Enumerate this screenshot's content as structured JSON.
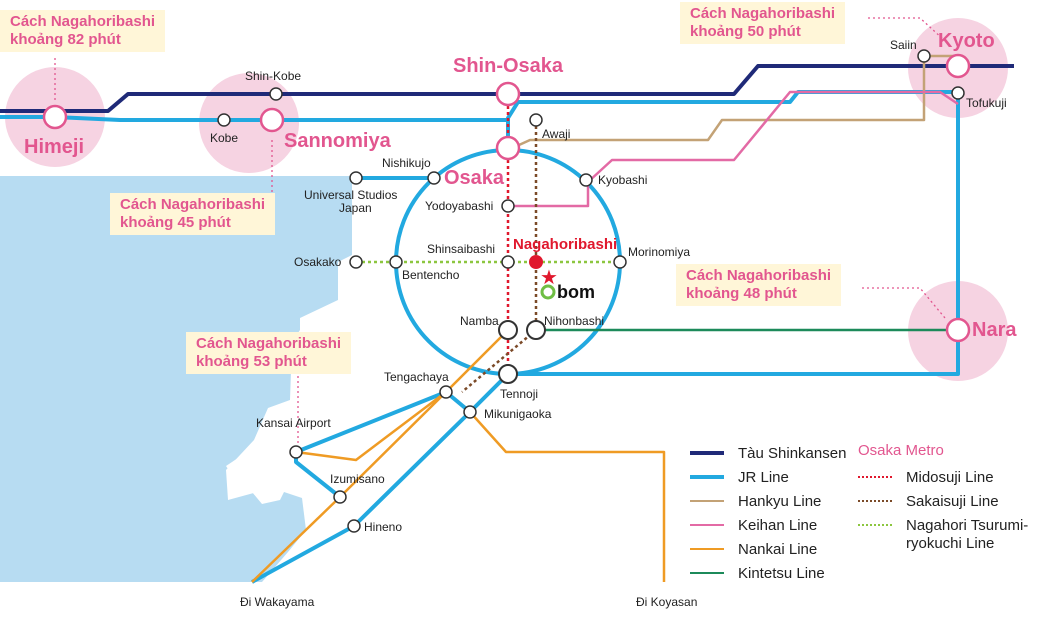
{
  "colors": {
    "sea": "#b7dcf2",
    "circle_fill": "#f6d3e2",
    "shinkansen": "#1f2a78",
    "jr": "#22a9e0",
    "hankyu": "#c3a276",
    "keihan": "#e36aa5",
    "nankai": "#ef9b24",
    "kintetsu": "#1c8a5a",
    "midosuji": "#e0182d",
    "sakaisuji": "#7b4a28",
    "nagahori": "#8cc63f",
    "major_label": "#e2568f",
    "callout_bg": "#fff6d8",
    "star": "#e0182d",
    "bom_green": "#6fbe44"
  },
  "major_stations": {
    "himeji": "Himeji",
    "sannomiya": "Sannomiya",
    "shin_osaka": "Shin-Osaka",
    "osaka": "Osaka",
    "kyoto": "Kyoto",
    "nara": "Nara"
  },
  "stations": {
    "shin_kobe": "Shin-Kobe",
    "kobe": "Kobe",
    "nishikujo": "Nishikujo",
    "usj": "Universal Studios\nJapan",
    "usj_line1": "Universal Studios",
    "usj_line2": "Japan",
    "awaji": "Awaji",
    "kyobashi": "Kyobashi",
    "yodoyabashi": "Yodoyabashi",
    "shinsaibashi": "Shinsaibashi",
    "nagahoribashi": "Nagahoribashi",
    "morinomiya": "Morinomiya",
    "osakako": "Osakako",
    "bentencho": "Bentencho",
    "namba": "Namba",
    "nihonbashi": "Nihonbashi",
    "tengachaya": "Tengachaya",
    "tennoji": "Tennoji",
    "mikunigaoka": "Mikunigaoka",
    "kansai_airport": "Kansai Airport",
    "izumisano": "Izumisano",
    "hineno": "Hineno",
    "saiin": "Saiin",
    "tofukuji": "Tofukuji"
  },
  "destinations": {
    "wakayama": "Đi Wakayama",
    "koyasan": "Đi  Koyasan"
  },
  "brand": "bom",
  "callouts": {
    "himeji": {
      "line1": "Cách Nagahoribashi",
      "line2": "khoảng 82 phút"
    },
    "kyoto": {
      "line1": "Cách Nagahoribashi",
      "line2": "khoảng 50 phút"
    },
    "sannomiya": {
      "line1": "Cách Nagahoribashi",
      "line2": "khoảng 45 phút"
    },
    "nara": {
      "line1": "Cách Nagahoribashi",
      "line2": "khoảng 48 phút"
    },
    "airport": {
      "line1": "Cách Nagahoribashi",
      "line2": "khoảng 53 phút"
    }
  },
  "legend": {
    "shinkansen": "Tàu Shinkansen",
    "jr": "JR Line",
    "hankyu": "Hankyu Line",
    "keihan": "Keihan Line",
    "nankai": "Nankai Line",
    "kintetsu": "Kintetsu Line",
    "metro_title": "Osaka Metro",
    "midosuji": "Midosuji Line",
    "sakaisuji": "Sakaisuji Line",
    "nagahori_1": "Nagahori Tsurumi-",
    "nagahori_2": "ryokuchi Line"
  }
}
